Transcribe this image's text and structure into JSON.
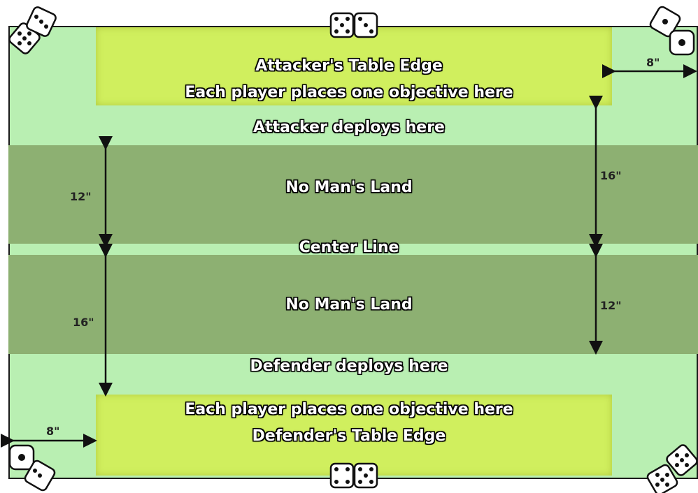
{
  "zones": {
    "attacker_edge_title": "Attacker's Table Edge",
    "attacker_objective": "Each player places one objective here",
    "attacker_deploy": "Attacker deploys here",
    "nml_top": "No Man's Land",
    "center_line": "Center Line",
    "nml_bottom": "No Man's Land",
    "defender_deploy": "Defender deploys here",
    "defender_objective": "Each player places one objective here",
    "defender_edge_title": "Defender's Table Edge"
  },
  "measurements": {
    "top_right_width": "8\"",
    "right_upper": "16\"",
    "left_upper": "12\"",
    "right_lower": "12\"",
    "left_lower": "16\"",
    "bottom_left_width": "8\""
  },
  "colors": {
    "deploy_zone": "#b9efb2",
    "no_mans_land": "#8db072",
    "table_edge_zone": "#d0ef5e"
  },
  "icons": [
    "dice-icon"
  ]
}
